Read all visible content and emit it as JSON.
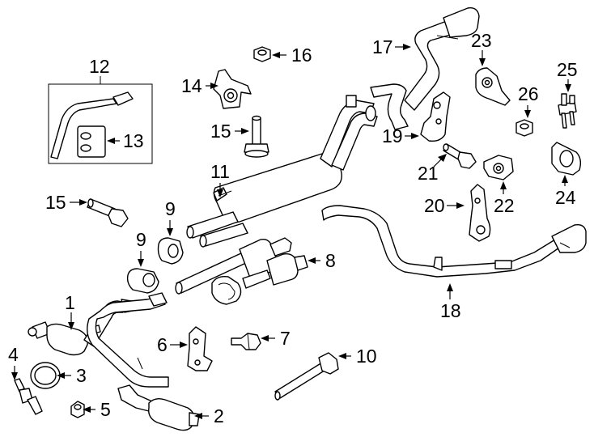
{
  "diagram": {
    "background": "#ffffff",
    "line_color": "#000000",
    "callouts": [
      {
        "id": "c1",
        "label": "1"
      },
      {
        "id": "c2",
        "label": "2"
      },
      {
        "id": "c3",
        "label": "3"
      },
      {
        "id": "c4",
        "label": "4"
      },
      {
        "id": "c5",
        "label": "5"
      },
      {
        "id": "c6",
        "label": "6"
      },
      {
        "id": "c7",
        "label": "7"
      },
      {
        "id": "c8",
        "label": "8"
      },
      {
        "id": "c9a",
        "label": "9"
      },
      {
        "id": "c9b",
        "label": "9"
      },
      {
        "id": "c10",
        "label": "10"
      },
      {
        "id": "c11",
        "label": "11"
      },
      {
        "id": "c12",
        "label": "12"
      },
      {
        "id": "c13",
        "label": "13"
      },
      {
        "id": "c15a",
        "label": "15"
      },
      {
        "id": "c14",
        "label": "14"
      },
      {
        "id": "c15b",
        "label": "15"
      },
      {
        "id": "c16",
        "label": "16"
      },
      {
        "id": "c17",
        "label": "17"
      },
      {
        "id": "c18",
        "label": "18"
      },
      {
        "id": "c19",
        "label": "19"
      },
      {
        "id": "c20",
        "label": "20"
      },
      {
        "id": "c21",
        "label": "21"
      },
      {
        "id": "c22",
        "label": "22"
      },
      {
        "id": "c23",
        "label": "23"
      },
      {
        "id": "c24",
        "label": "24"
      },
      {
        "id": "c25",
        "label": "25"
      },
      {
        "id": "c26",
        "label": "26"
      }
    ]
  }
}
